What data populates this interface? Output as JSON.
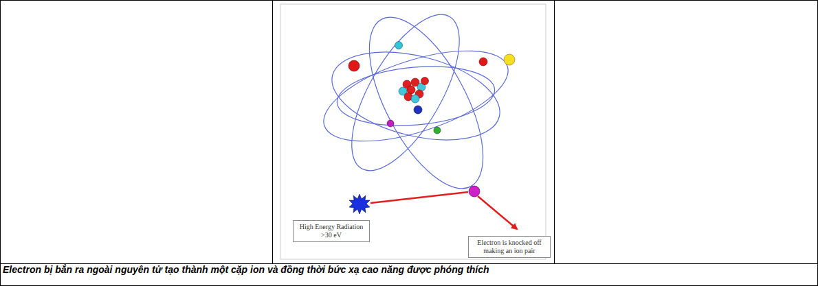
{
  "diagram": {
    "caption": "Electron bị bắn ra ngoài nguyên tử tạo thành một cặp ion và đồng thời bức xạ cao năng được phóng thích",
    "nodes": [
      {
        "text": [
          "High Energy Radiation >30 eV"
        ]
      },
      {
        "text": [
          "Electron is knocked off making an ion pair"
        ]
      }
    ]
  }
}
